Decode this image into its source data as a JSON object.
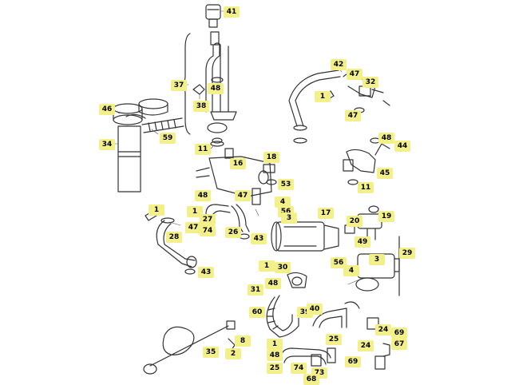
{
  "diagram": {
    "badge_color": "#f3f08a",
    "line_color": "#333333",
    "part_numbers": {
      "p41": "41",
      "p37": "37",
      "p48a": "48",
      "p38": "38",
      "p42": "42",
      "p47a": "47",
      "p32": "32",
      "p1a": "1",
      "p47b": "47",
      "p46": "46",
      "p59": "59",
      "p34": "34",
      "p11a": "11",
      "p18": "18",
      "p16": "16",
      "p48b": "48",
      "p47c": "47",
      "p53": "53",
      "p48c": "48",
      "p44": "44",
      "p45": "45",
      "p11b": "11",
      "p1b": "1",
      "p4a": "4",
      "p56a": "56",
      "p1c": "1",
      "p27": "27",
      "p26": "26",
      "p43a": "43",
      "p74a": "74",
      "p3a": "3",
      "p17": "17",
      "p20": "20",
      "p19": "19",
      "p28": "28",
      "p47d": "47",
      "p49": "49",
      "p29": "29",
      "p43b": "43",
      "p1d": "1",
      "p30": "30",
      "p48d": "48",
      "p56b": "56",
      "p4b": "4",
      "p3b": "3",
      "p31": "31",
      "p60": "60",
      "p39": "39",
      "p40": "40",
      "p8": "8",
      "p35": "35",
      "p2": "2",
      "p24a": "24",
      "p69": "69",
      "p67": "67",
      "p25a": "25",
      "p24b": "24",
      "p1e": "1",
      "p48e": "48",
      "p25b": "25",
      "p74b": "74",
      "p73": "73",
      "p68": "68",
      "p69b": "69"
    }
  }
}
